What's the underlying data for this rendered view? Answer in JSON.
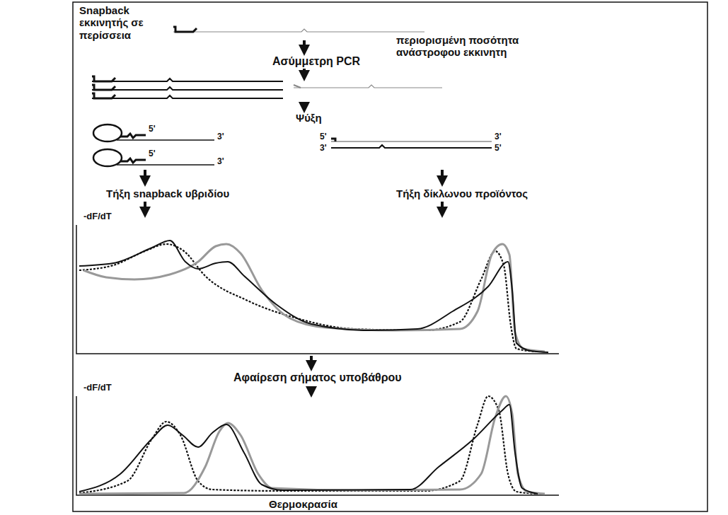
{
  "diagram": {
    "labels": [
      "Snapback εκκινητής σε περίσσεια",
      "περιορισμένη ποσότητα ανάστροφου εκκινητη",
      "Ασύμμετρη PCR",
      "Ψύξη",
      "5'",
      "3'",
      "5'",
      "3'",
      "5'",
      "3'",
      "3'",
      "5'",
      "Τήξη snapback υβριδίου",
      "Τήξη δίκλωνου προϊόντος",
      "-dF/dT",
      "Αφαίρεση σήματος υποβάθρου",
      "-dF/dT",
      "Θερμοκρασία"
    ]
  }
}
